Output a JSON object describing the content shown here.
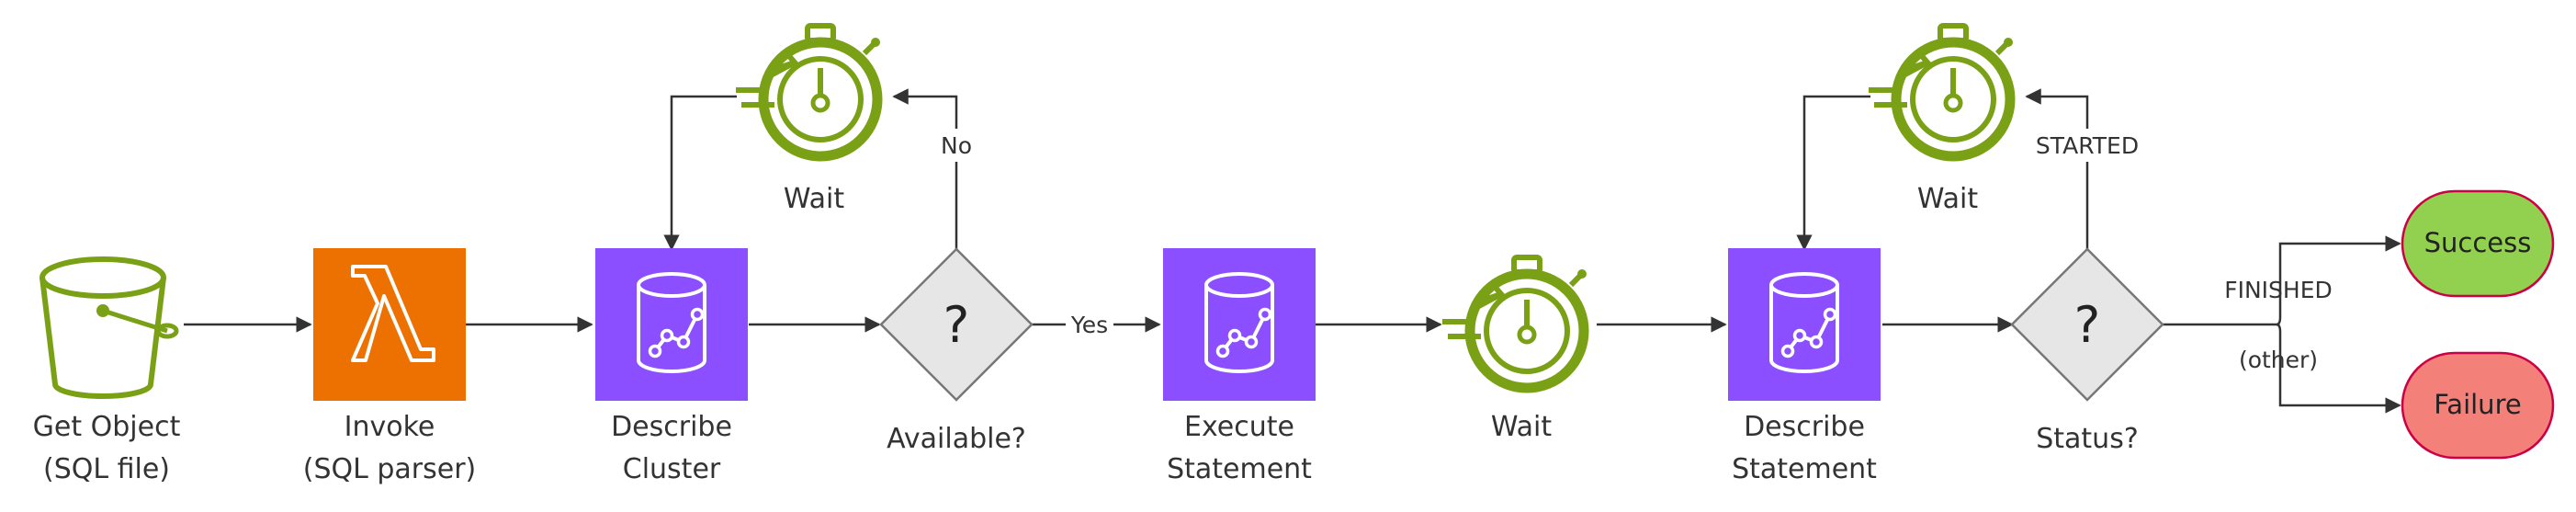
{
  "colors": {
    "bucket": "#7AA116",
    "lambda": "#ED7100",
    "redshift": "#8C4FFF",
    "timer": "#7AA116",
    "decision_fill": "#E6E6E6",
    "decision_stroke": "#777777",
    "success": "#92D050",
    "failure": "#F4807A",
    "pill_stroke": "#CC0044",
    "edge": "#333333"
  },
  "icons": {
    "get_object": "s3-bucket-icon",
    "invoke": "lambda-icon",
    "describe_cluster": "redshift-icon",
    "execute_statement": "redshift-icon",
    "describe_statement": "redshift-icon",
    "wait": "stopwatch-icon",
    "decision": "diamond"
  },
  "nodes": {
    "get_object": [
      "Get Object",
      "(SQL file)"
    ],
    "invoke": [
      "Invoke",
      "(SQL parser)"
    ],
    "describe_cluster": [
      "Describe",
      "Cluster"
    ],
    "wait_cluster": "Wait",
    "available": "Available?",
    "execute": [
      "Execute",
      "Statement"
    ],
    "wait_statement": "Wait",
    "describe_statement": [
      "Describe",
      "Statement"
    ],
    "wait_status": "Wait",
    "status": "Status?",
    "success": "Success",
    "failure": "Failure"
  },
  "decision_symbol": "?",
  "edges": {
    "no": "No",
    "yes": "Yes",
    "started": "STARTED",
    "finished": "FINISHED",
    "other": "(other)"
  }
}
